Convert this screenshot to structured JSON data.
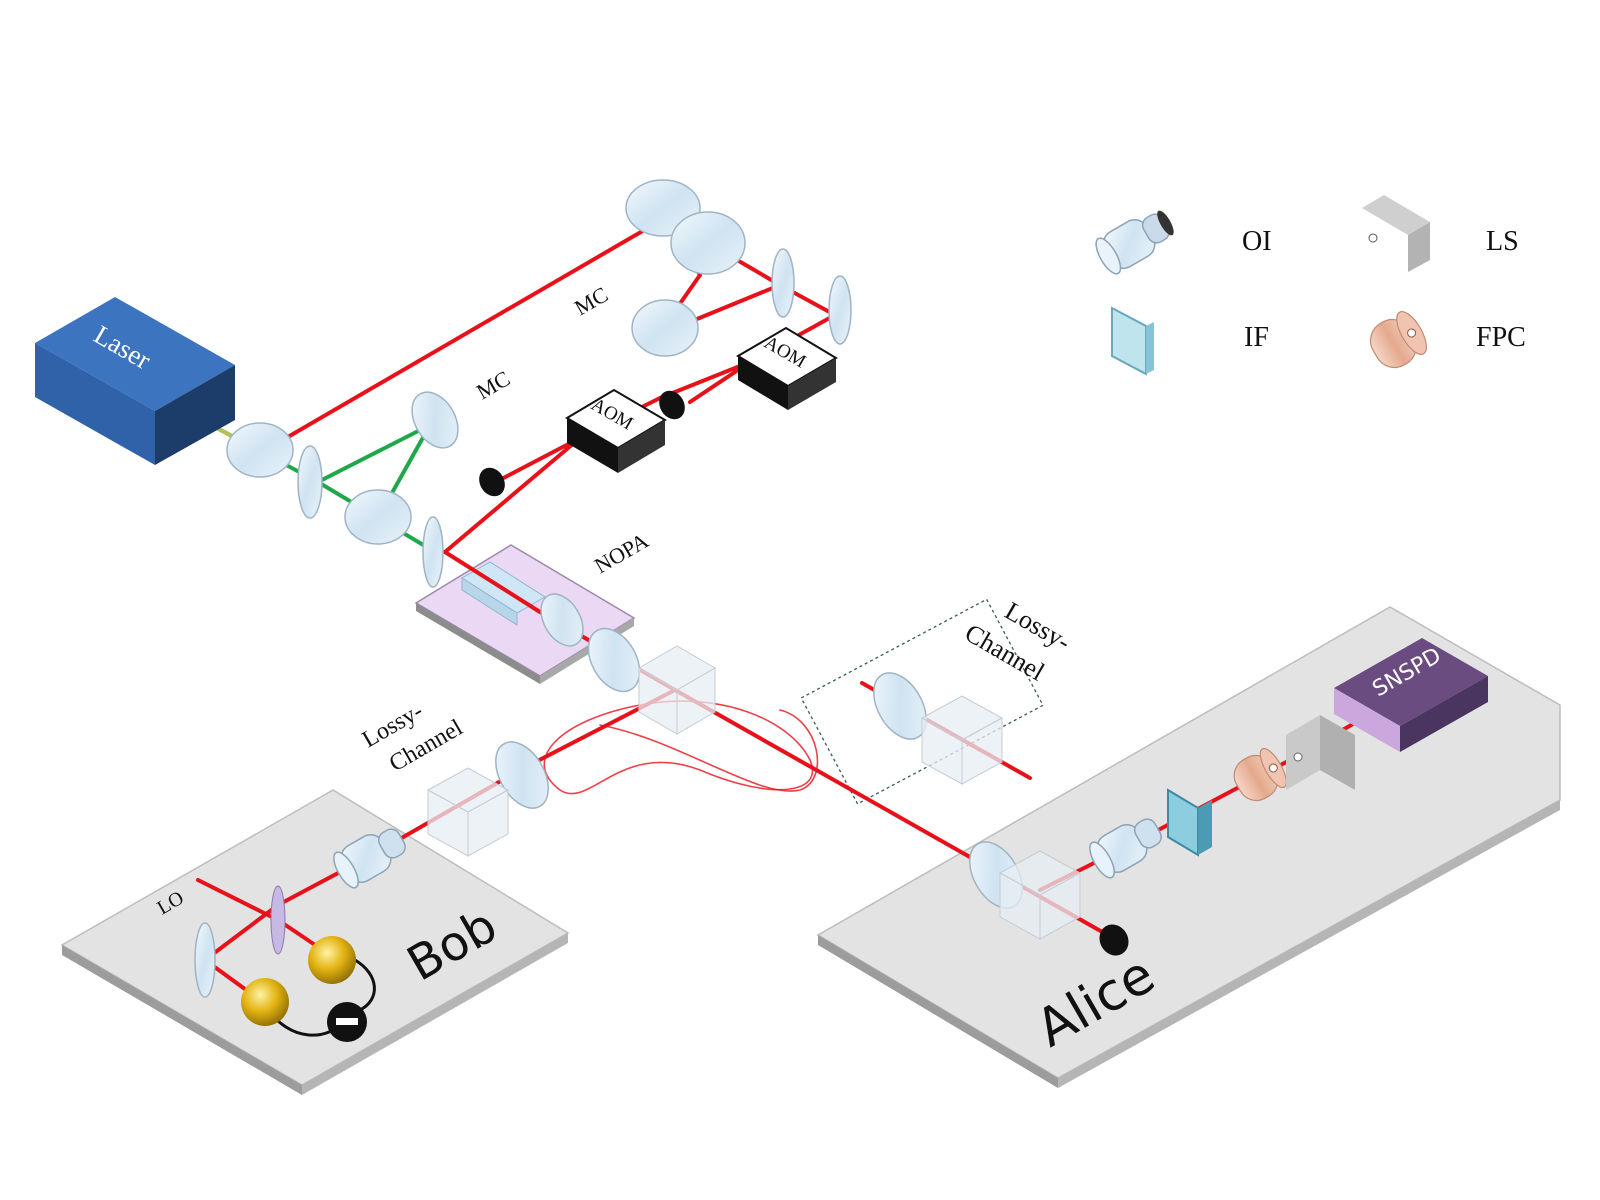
{
  "labels": {
    "laser": "Laser",
    "mc_upper": "MC",
    "mc_lower": "MC",
    "aom_upper": "AOM",
    "aom_lower": "AOM",
    "nopa": "NOPA",
    "lossy_left_1": "Lossy-",
    "lossy_left_2": "Channel",
    "lossy_right_1": "Lossy-",
    "lossy_right_2": "Channel",
    "lo": "LO",
    "bob": "Bob",
    "alice": "Alice",
    "snspd": "SNSPD"
  },
  "legend": {
    "oi": "OI",
    "ls": "LS",
    "if": "IF",
    "fpc": "FPC"
  },
  "colors": {
    "beam_red": "#e8111a",
    "beam_green": "#1fa84a",
    "laser_box": "#2f62a8",
    "snspd_box": "#5a3f6e",
    "nopa_base": "#e9d7f3",
    "platform": "#e2e2e2",
    "detector_gold": "#d9a90f"
  },
  "icons": [
    "optical-isolator-icon",
    "light-shield-icon",
    "interference-filter-icon",
    "fiber-polarization-controller-icon",
    "subtractor-icon"
  ]
}
